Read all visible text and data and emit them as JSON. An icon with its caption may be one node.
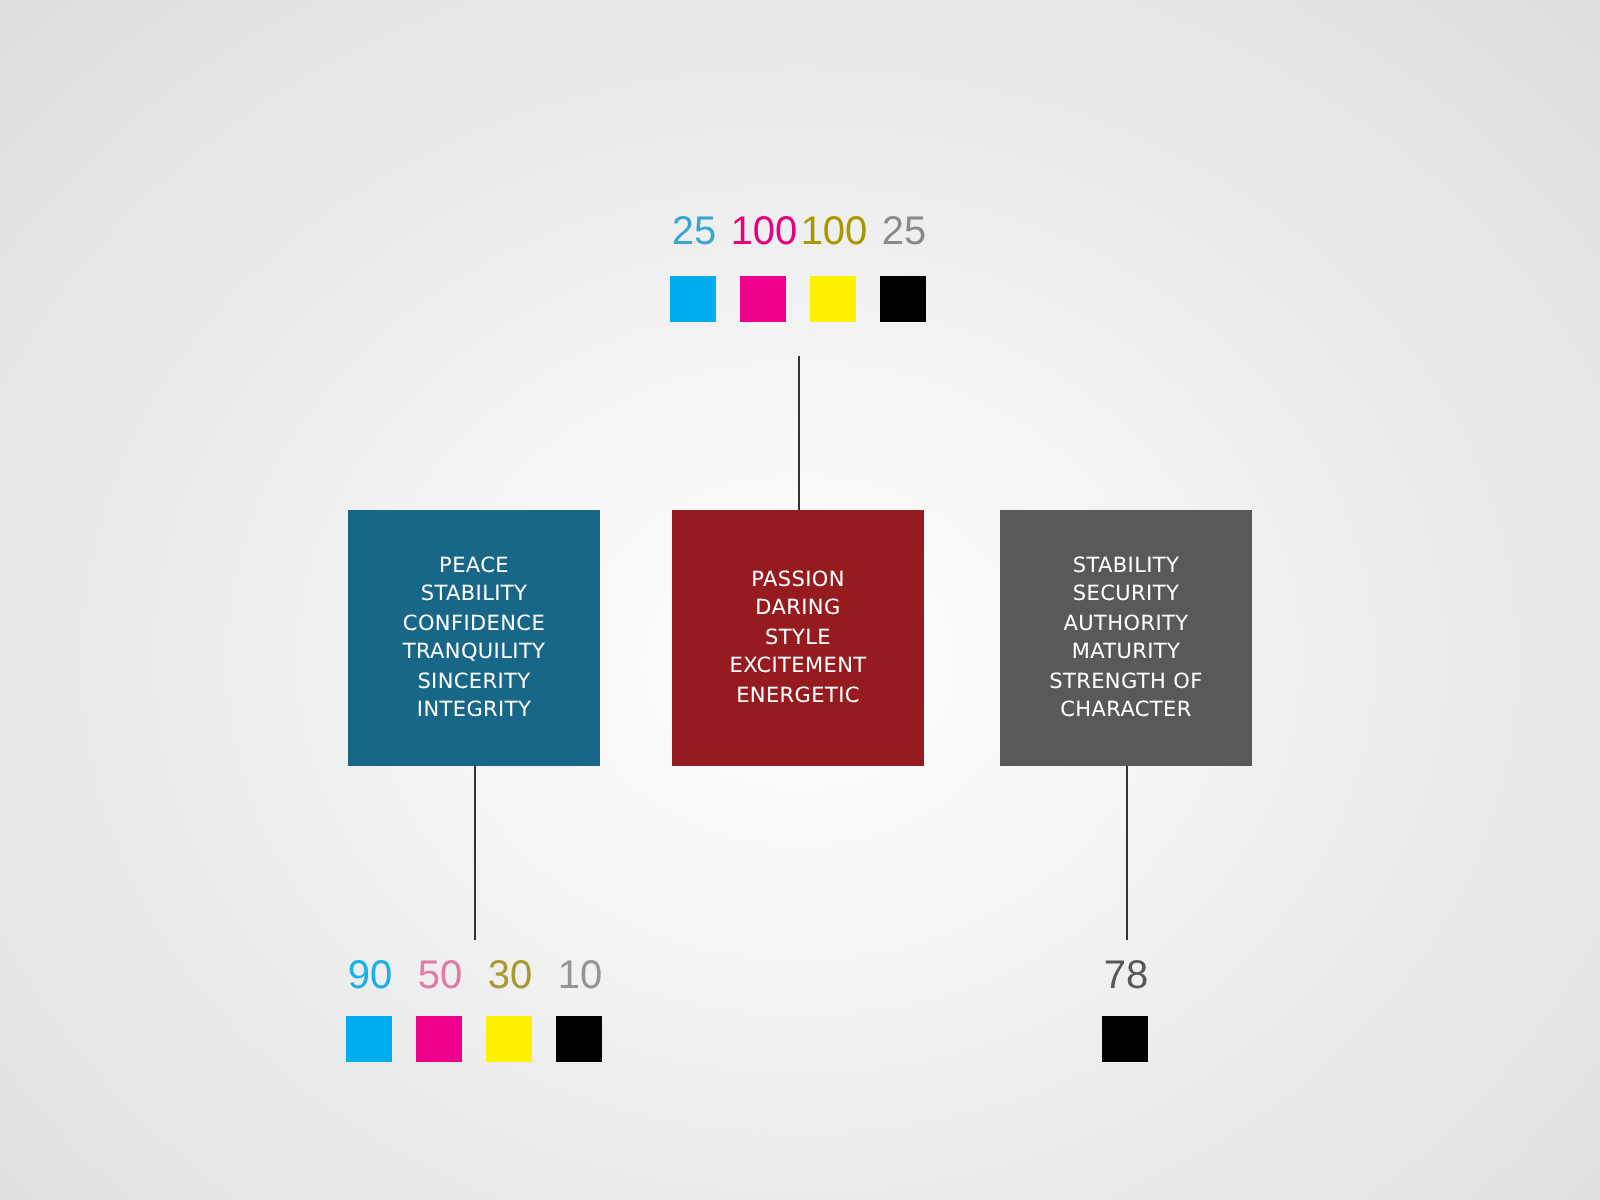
{
  "diagram": {
    "nodes": [
      {
        "text": [
          "PEACE",
          "STABILITY",
          "CONFIDENCE",
          "TRANQUILITY",
          "SINCERITY",
          "INTEGRITY"
        ]
      },
      {
        "text": [
          "PASSION",
          "DARING",
          "STYLE",
          "EXCITEMENT",
          "ENERGETIC"
        ]
      },
      {
        "text": [
          "STABILITY",
          "SECURITY",
          "AUTHORITY",
          "MATURITY",
          "STRENGTH OF CHARACTER"
        ]
      },
      {
        "text": [
          "25",
          "100",
          "100",
          "25"
        ]
      },
      {
        "text": [
          "90",
          "50",
          "30",
          "10"
        ]
      },
      {
        "text": [
          "78"
        ]
      }
    ],
    "edges": [
      {
        "from": 1,
        "to": 3,
        "arrow": "none"
      },
      {
        "from": 0,
        "to": 4,
        "arrow": "none"
      },
      {
        "from": 2,
        "to": 5,
        "arrow": "none"
      }
    ]
  }
}
